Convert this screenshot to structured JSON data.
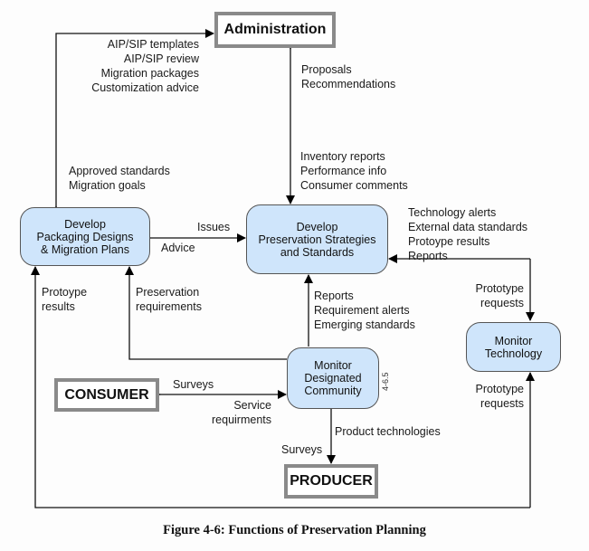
{
  "diagram": {
    "entities": {
      "administration": "Administration",
      "consumer": "CONSUMER",
      "producer": "PRODUCER"
    },
    "processes": {
      "packaging": [
        "Develop",
        "Packaging Designs",
        "& Migration Plans"
      ],
      "strategies": [
        "Develop",
        "Preservation Strategies",
        "and Standards"
      ],
      "community": [
        "Monitor",
        "Designated",
        "Community"
      ],
      "technology": [
        "Monitor",
        "Technology"
      ]
    },
    "flows": {
      "admin_to_packaging": [
        "AIP/SIP templates",
        "AIP/SIP review",
        "Migration  packages",
        "Customization advice"
      ],
      "packaging_from_admin": [
        "Approved standards",
        "Migration goals"
      ],
      "admin_from_strategies": [
        "Proposals",
        "Recommendations"
      ],
      "strategies_to_admin": [
        "Inventory reports",
        "Performance info",
        "Consumer comments"
      ],
      "issues": "Issues",
      "advice": "Advice",
      "technology_to_strategies": [
        "Technology alerts",
        "External data standards",
        "Protoype results",
        "Reports"
      ],
      "prototype_requests_top": [
        "Prototype",
        "requests"
      ],
      "prototype_requests_bottom": [
        "Prototype",
        "requests"
      ],
      "protoype_results": [
        "Protoype",
        "results"
      ],
      "preservation_requirements": [
        "Preservation",
        "requirements"
      ],
      "community_to_strategies": [
        "Reports",
        "Requirement alerts",
        "Emerging standards"
      ],
      "surveys_consumer": "Surveys",
      "service_requirements": [
        "Service",
        "requirments"
      ],
      "product_technologies": "Product  technologies",
      "surveys_producer": "Surveys"
    },
    "side_note": "4-6.5",
    "caption": "Figure 4-6:  Functions of Preservation Planning"
  }
}
